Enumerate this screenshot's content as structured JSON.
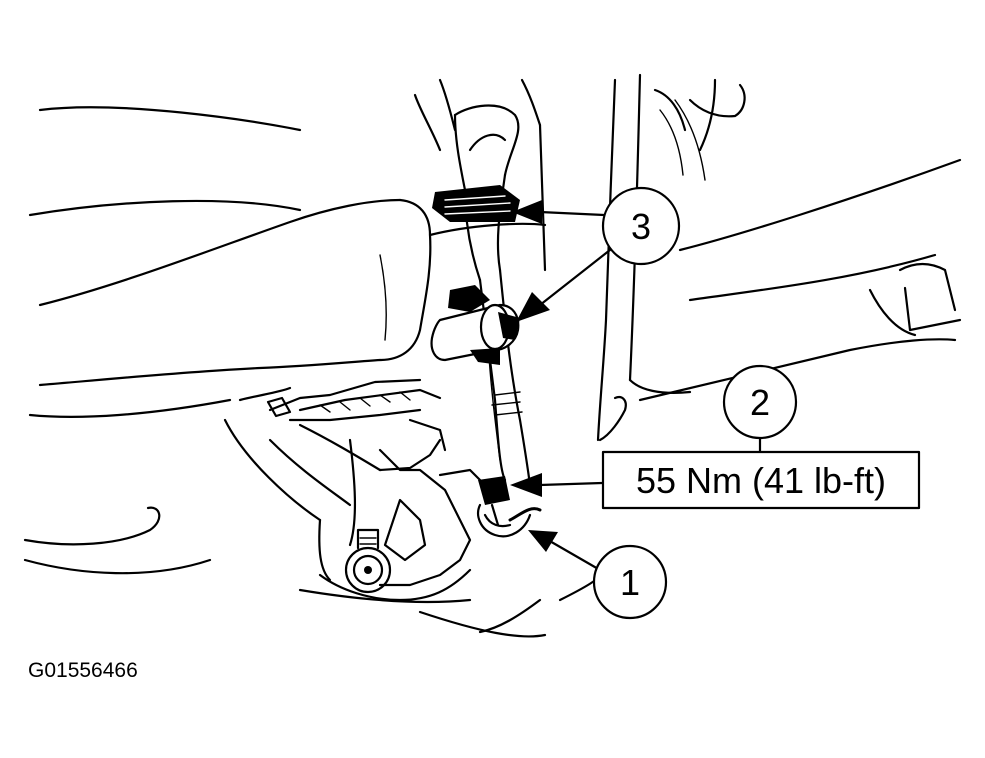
{
  "figure": {
    "callouts": [
      {
        "id": "callout-1",
        "label": "1"
      },
      {
        "id": "callout-2",
        "label": "2"
      },
      {
        "id": "callout-3",
        "label": "3"
      }
    ],
    "torque_spec": "55 Nm (41 lb-ft)",
    "figure_id": "G01556466"
  }
}
